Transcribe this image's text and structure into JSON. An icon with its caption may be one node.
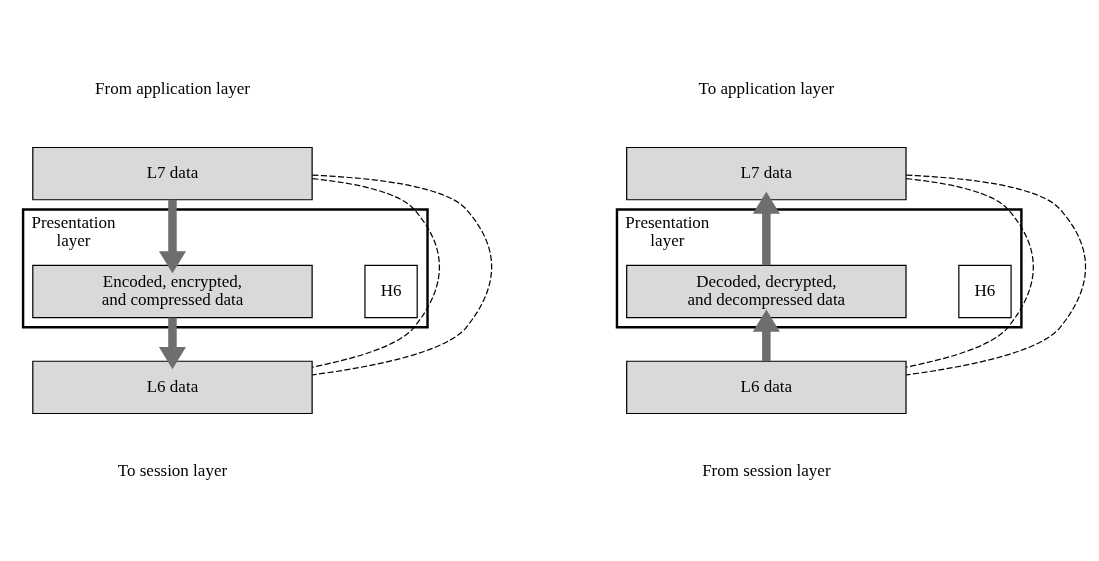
{
  "diagram": {
    "nodes": [
      {
        "text": [
          "L7 data"
        ],
        "beside": [
          "From application layer"
        ]
      },
      {
        "text": [
          "Presentation layer"
        ]
      },
      {
        "text": [
          "Encoded, encrypted, and compressed data"
        ],
        "in": 1
      },
      {
        "text": [
          "H6"
        ],
        "in": 1
      },
      {
        "text": [
          "L6 data"
        ],
        "beside": [
          "To session layer"
        ]
      },
      {
        "text": [
          "L7 data"
        ],
        "beside": [
          "To application layer"
        ]
      },
      {
        "text": [
          "Presentation layer"
        ]
      },
      {
        "text": [
          "Decoded, decrypted, and decompressed data"
        ],
        "in": 6
      },
      {
        "text": [
          "H6"
        ],
        "in": 6
      },
      {
        "text": [
          "L6 data"
        ],
        "beside": [
          "From session layer"
        ]
      }
    ],
    "edges": [
      {
        "from": 0,
        "to": 2,
        "arrow": "to",
        "style": "thick",
        "color": "#6e6e6e"
      },
      {
        "from": 2,
        "to": 4,
        "arrow": "to",
        "style": "thick",
        "color": "#6e6e6e"
      },
      {
        "from": 0,
        "to": 4,
        "arrow": "none",
        "style": "dashed",
        "color": "#000000"
      },
      {
        "from": 0,
        "to": 4,
        "arrow": "none",
        "style": "dashed",
        "color": "#000000"
      },
      {
        "from": 9,
        "to": 7,
        "arrow": "to",
        "style": "thick",
        "color": "#6e6e6e"
      },
      {
        "from": 7,
        "to": 5,
        "arrow": "to",
        "style": "thick",
        "color": "#6e6e6e"
      },
      {
        "from": 5,
        "to": 9,
        "arrow": "none",
        "style": "dashed",
        "color": "#000000"
      },
      {
        "from": 5,
        "to": 9,
        "arrow": "none",
        "style": "dashed",
        "color": "#000000"
      }
    ]
  }
}
